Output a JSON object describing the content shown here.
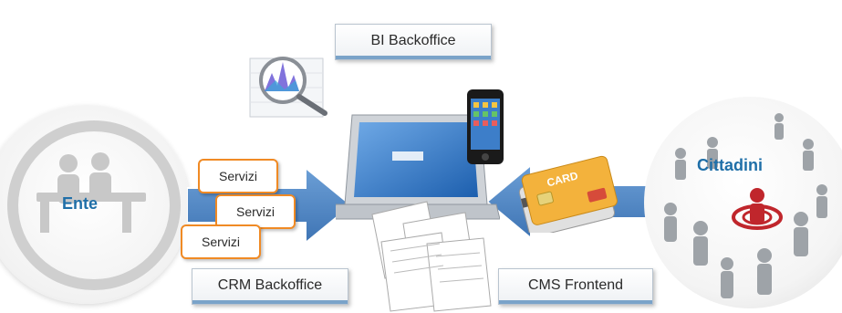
{
  "boxes": {
    "bi": "BI Backoffice",
    "crm": "CRM Backoffice",
    "cms": "CMS Frontend"
  },
  "servizi": [
    "Servizi",
    "Servizi",
    "Servizi"
  ],
  "ente": {
    "label": "Ente"
  },
  "cittadini": {
    "label": "Cittadini"
  },
  "card": {
    "text": "CARD"
  },
  "colors": {
    "arrow": "#4f86c6",
    "accent_orange": "#f08a24",
    "label_blue": "#1f6fa8",
    "target_red": "#c0262c"
  }
}
